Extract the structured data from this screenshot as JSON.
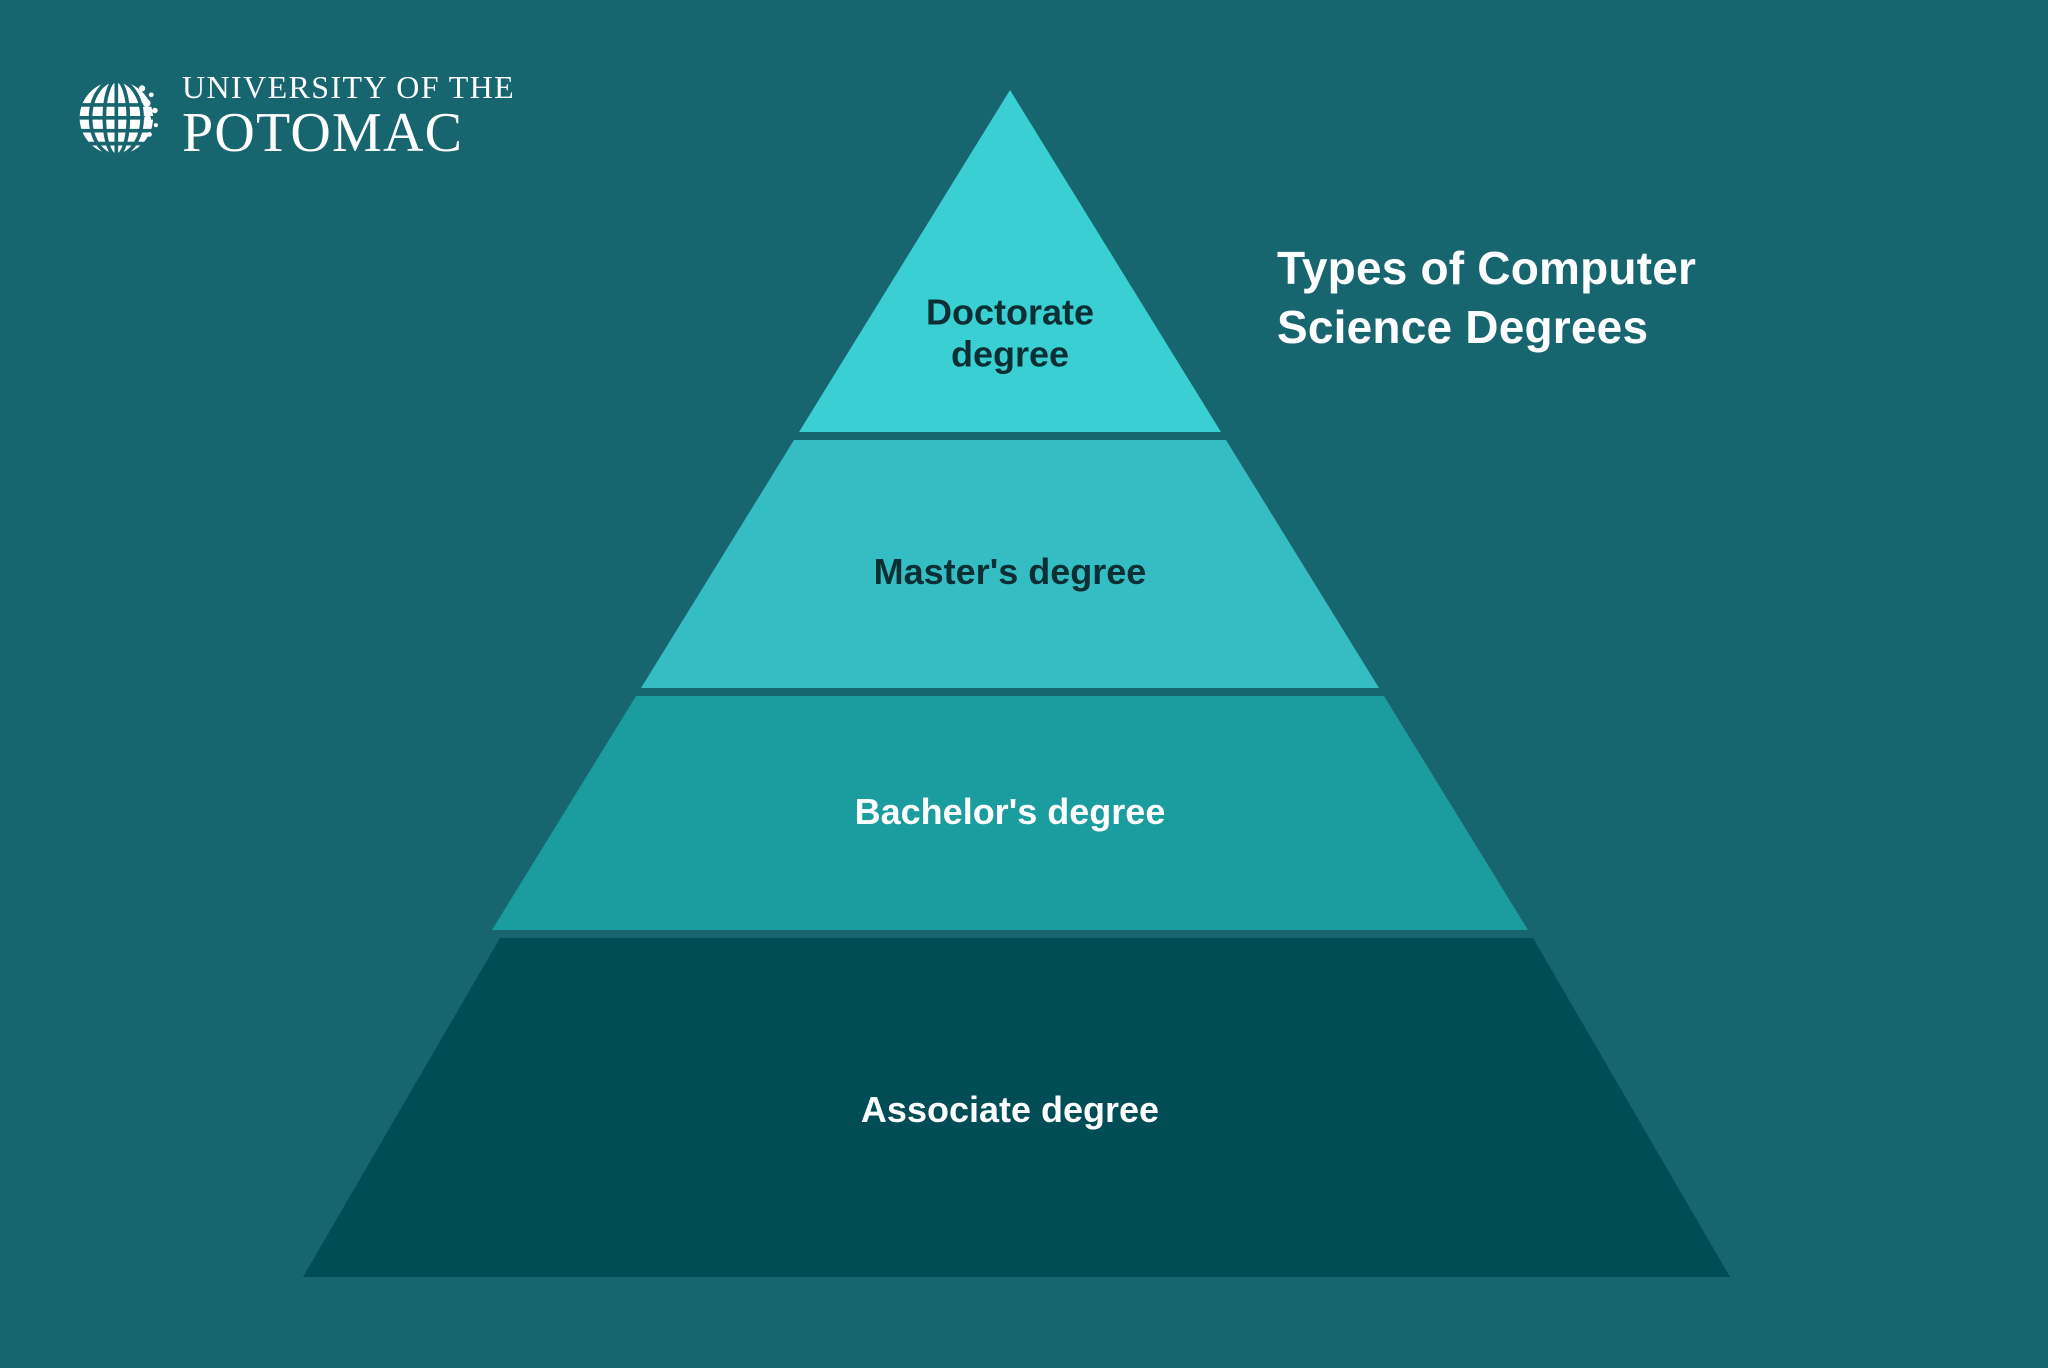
{
  "background_color": "#17656e",
  "logo": {
    "icon": "globe-icon",
    "line1": "UNIVERSITY OF THE",
    "line2": "POTOMAC",
    "color": "#ffffff"
  },
  "title": {
    "text": "Types of Computer Science Degrees",
    "color": "#ffffff"
  },
  "chart_data": {
    "type": "pyramid",
    "title": "Types of Computer Science Degrees",
    "orientation": "apex-up",
    "levels": [
      {
        "rank": 1,
        "label": "Doctorate\ndegree",
        "label_plain": "Doctorate degree",
        "fill": "#3ad0d3",
        "text_color": "#0b2f33"
      },
      {
        "rank": 2,
        "label": "Master's degree",
        "label_plain": "Master's degree",
        "fill": "#35bdc4",
        "text_color": "#0b2f33"
      },
      {
        "rank": 3,
        "label": "Bachelor's degree",
        "label_plain": "Bachelor's degree",
        "fill": "#1b9c9e",
        "text_color": "#ffffff"
      },
      {
        "rank": 4,
        "label": "Associate degree",
        "label_plain": "Associate degree",
        "fill": "#004d56",
        "text_color": "#ffffff"
      }
    ],
    "legend": "none",
    "grid": false
  }
}
